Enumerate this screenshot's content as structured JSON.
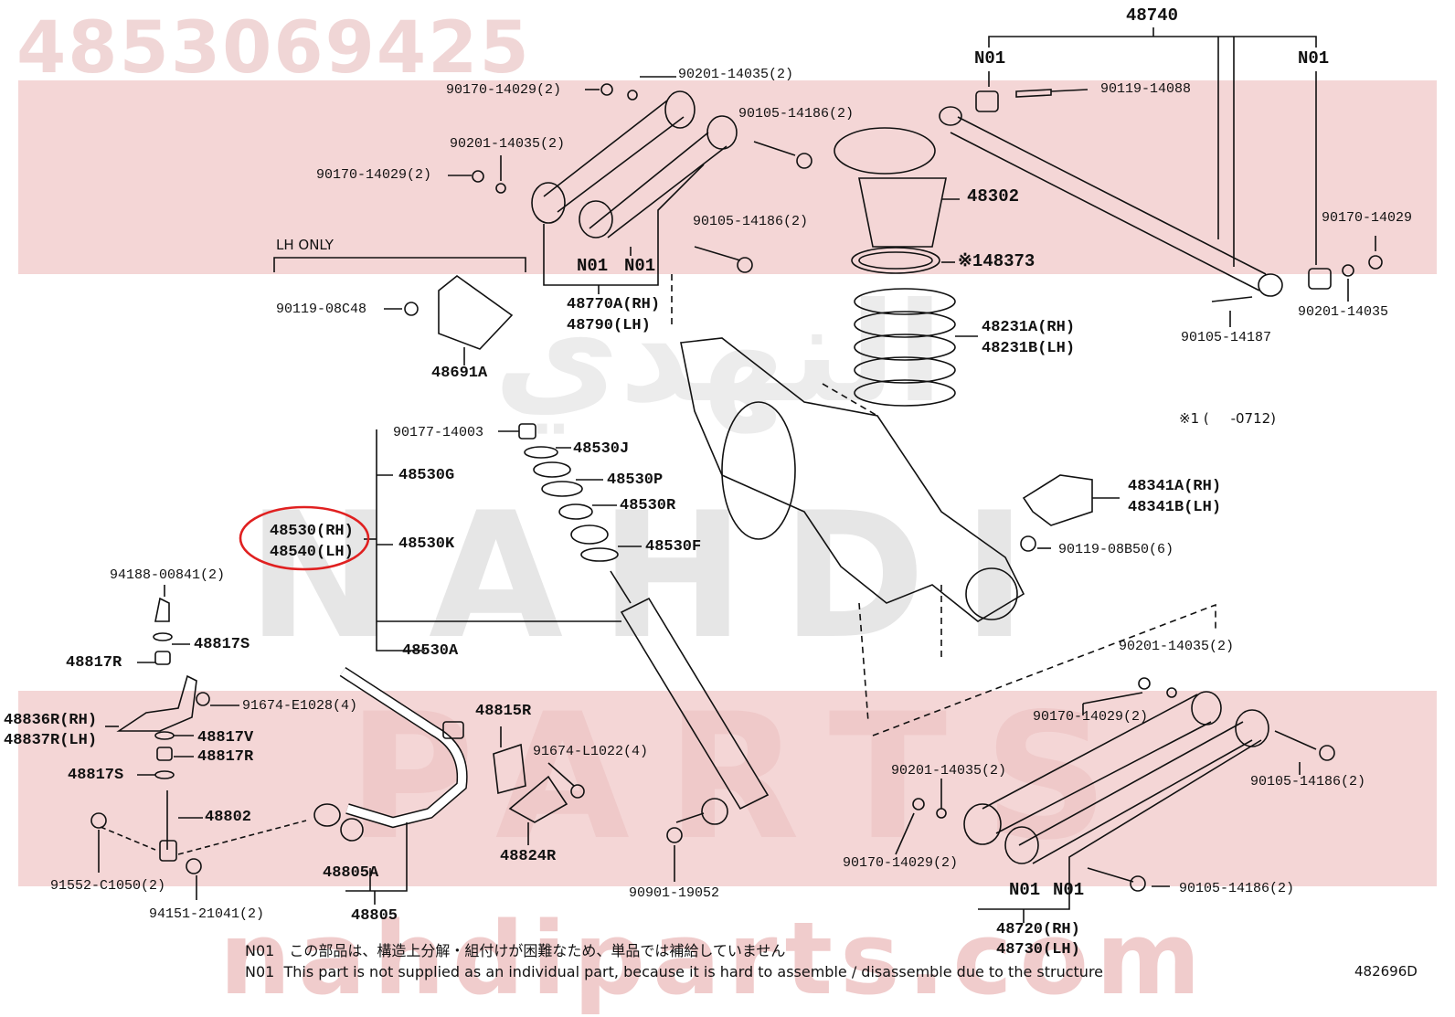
{
  "header": {
    "part_number": "4853069425"
  },
  "watermark": {
    "brand_line1": "NAHDI",
    "brand_line2": "PARTS",
    "site": "nahdiparts.com",
    "arabic": "النهدي"
  },
  "selection": {
    "circled_label_rh": "48530(RH)",
    "circled_label_lh": "48540(LH)"
  },
  "labels": {
    "l_48740": "48740",
    "l_n01_a": "N01",
    "l_n01_b": "N01",
    "l_90119_14088": "90119-14088",
    "l_90201_14035_2a": "90201-14035(2)",
    "l_90170_14029_2a": "90170-14029(2)",
    "l_90105_14186_2a": "90105-14186(2)",
    "l_90201_14035_2b": "90201-14035(2)",
    "l_90170_14029_2b": "90170-14029(2)",
    "l_48302": "48302",
    "l_90105_14186_2b": "90105-14186(2)",
    "l_90170_14029": "90170-14029",
    "l_lh_only": "LH ONLY",
    "l_148373": "※148373",
    "l_n01_c": "N01",
    "l_n01_d": "N01",
    "l_90119_08c48": "90119-08C48",
    "l_48770a": "48770A(RH)",
    "l_48790": "48790(LH)",
    "l_90105_14187": "90105-14187",
    "l_90201_14035": "90201-14035",
    "l_48231a": "48231A(RH)",
    "l_48231b": "48231B(LH)",
    "l_48691a": "48691A",
    "l_note1": "※1 (     -0712)",
    "l_90177_14003": "90177-14003",
    "l_48530j": "48530J",
    "l_48530g": "48530G",
    "l_48530p": "48530P",
    "l_48341a": "48341A(RH)",
    "l_48341b": "48341B(LH)",
    "l_48530r": "48530R",
    "l_48530k": "48530K",
    "l_48530f": "48530F",
    "l_90119_08b50": "90119-08B50(6)",
    "l_94188_00841": "94188-00841(2)",
    "l_48817s_a": "48817S",
    "l_48530a": "48530A",
    "l_90201_14035_2c": "90201-14035(2)",
    "l_48817r_a": "48817R",
    "l_91674_e1028": "91674-E1028(4)",
    "l_48815r": "48815R",
    "l_90170_14029_2c": "90170-14029(2)",
    "l_48836r": "48836R(RH)",
    "l_48837r": "48837R(LH)",
    "l_48817v": "48817V",
    "l_48817r_b": "48817R",
    "l_91674_l1022": "91674-L1022(4)",
    "l_90105_14186_2c": "90105-14186(2)",
    "l_48817s_b": "48817S",
    "l_90201_14035_2d": "90201-14035(2)",
    "l_48802": "48802",
    "l_48824r": "48824R",
    "l_90170_14029_2d": "90170-14029(2)",
    "l_90901_19052": "90901-19052",
    "l_91552_c1050": "91552-C1050(2)",
    "l_48805a": "48805A",
    "l_n01_e": "N01",
    "l_n01_f": "N01",
    "l_90105_14186_2d": "90105-14186(2)",
    "l_94151_21041": "94151-21041(2)",
    "l_48805": "48805",
    "l_48720": "48720(RH)",
    "l_48730": "48730(LH)",
    "l_482696d": "482696D"
  },
  "footnotes": {
    "jp": "N01　この部品は、構造上分解・組付けが困難なため、単品では補給していません",
    "en": "N01  This part is not supplied as an individual part, because it is hard to assemble / disassemble due to the structure"
  },
  "colors": {
    "highlight_circle": "#e02020",
    "watermark": "#f4d6d6",
    "line": "#111111"
  }
}
